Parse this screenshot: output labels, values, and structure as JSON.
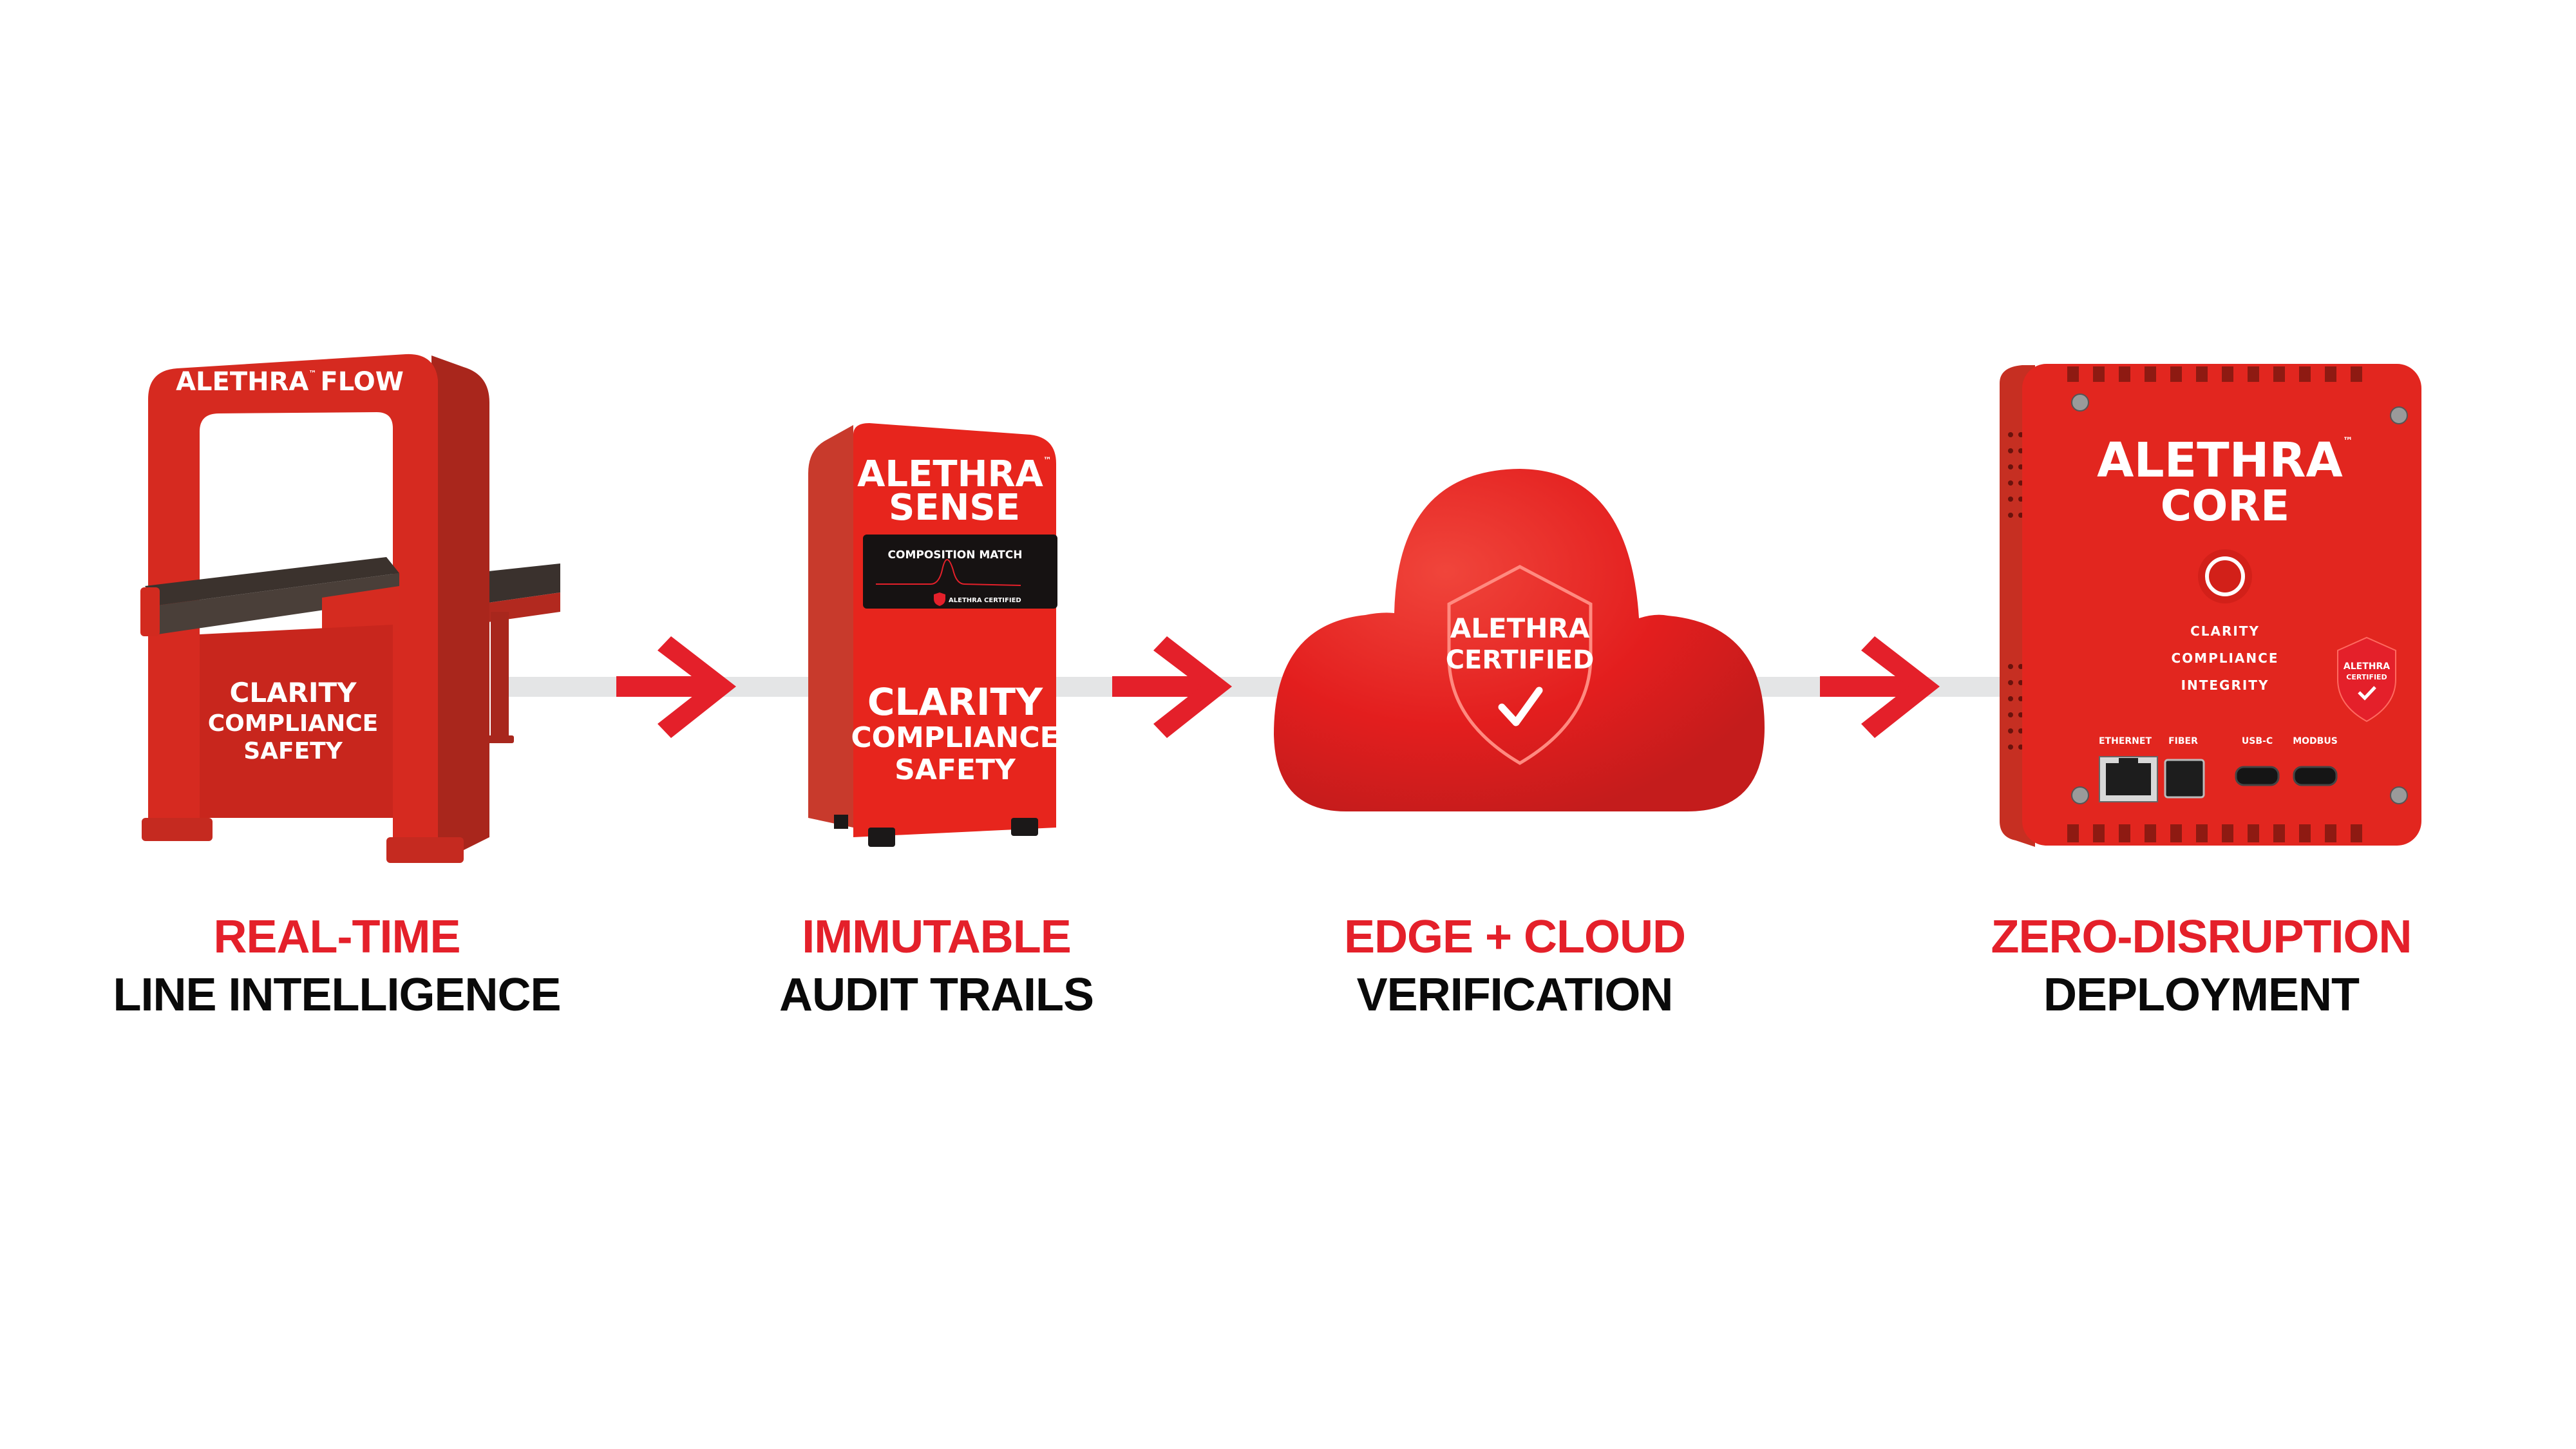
{
  "colors": {
    "brand_red": "#e4202a",
    "device_red": "#d8281f",
    "connector_grey": "#e4e5e6",
    "caption_black": "#0a0a0a"
  },
  "steps": [
    {
      "device": {
        "name_line1": "ALETHRA",
        "trademark": "™",
        "name_line2": "FLOW",
        "panel_lines": [
          "CLARITY",
          "COMPLIANCE",
          "SAFETY"
        ]
      },
      "caption": {
        "highlight": "REAL-TIME",
        "text": "LINE INTELLIGENCE"
      }
    },
    {
      "device": {
        "name_line1": "ALETHRA",
        "trademark": "™",
        "name_line2": "SENSE",
        "screen_title": "COMPOSITION MATCH",
        "screen_badge": "ALETHRA CERTIFIED",
        "panel_lines": [
          "CLARITY",
          "COMPLIANCE",
          "SAFETY"
        ]
      },
      "caption": {
        "highlight": "IMMUTABLE",
        "text": "AUDIT TRAILS"
      }
    },
    {
      "device": {
        "shield_line1": "ALETHRA",
        "shield_line2": "CERTIFIED",
        "shield_icon": "checkmark-icon"
      },
      "caption": {
        "highlight": "EDGE + CLOUD",
        "text": "VERIFICATION"
      }
    },
    {
      "device": {
        "name_line1": "ALETHRA",
        "trademark": "™",
        "name_line2": "CORE",
        "panel_lines": [
          "CLARITY",
          "COMPLIANCE",
          "INTEGRITY"
        ],
        "badge_line1": "ALETHRA",
        "badge_line2": "CERTIFIED",
        "ports": [
          "ETHERNET",
          "FIBER",
          "USB-C",
          "MODBUS"
        ]
      },
      "caption": {
        "highlight": "ZERO-DISRUPTION",
        "text": "DEPLOYMENT"
      }
    }
  ],
  "arrows": [
    "arrow-right-icon",
    "arrow-right-icon",
    "arrow-right-icon"
  ]
}
